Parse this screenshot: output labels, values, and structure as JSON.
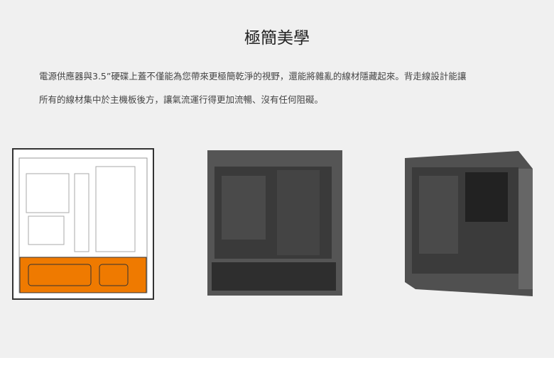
{
  "section": {
    "title": "極簡美學",
    "paragraph_line1": "電源供應器與3.5”硬碟上蓋不僅能為您帶來更極簡乾淨的視野，還能將雜亂的線材隱藏起來。背走線設計能讓",
    "paragraph_line2": "所有的線材集中於主機板後方，讓氣流運行得更加流暢、沒有任何阻礙。"
  },
  "colors": {
    "highlight": "#ef7a00",
    "background": "#f0f0f0"
  }
}
